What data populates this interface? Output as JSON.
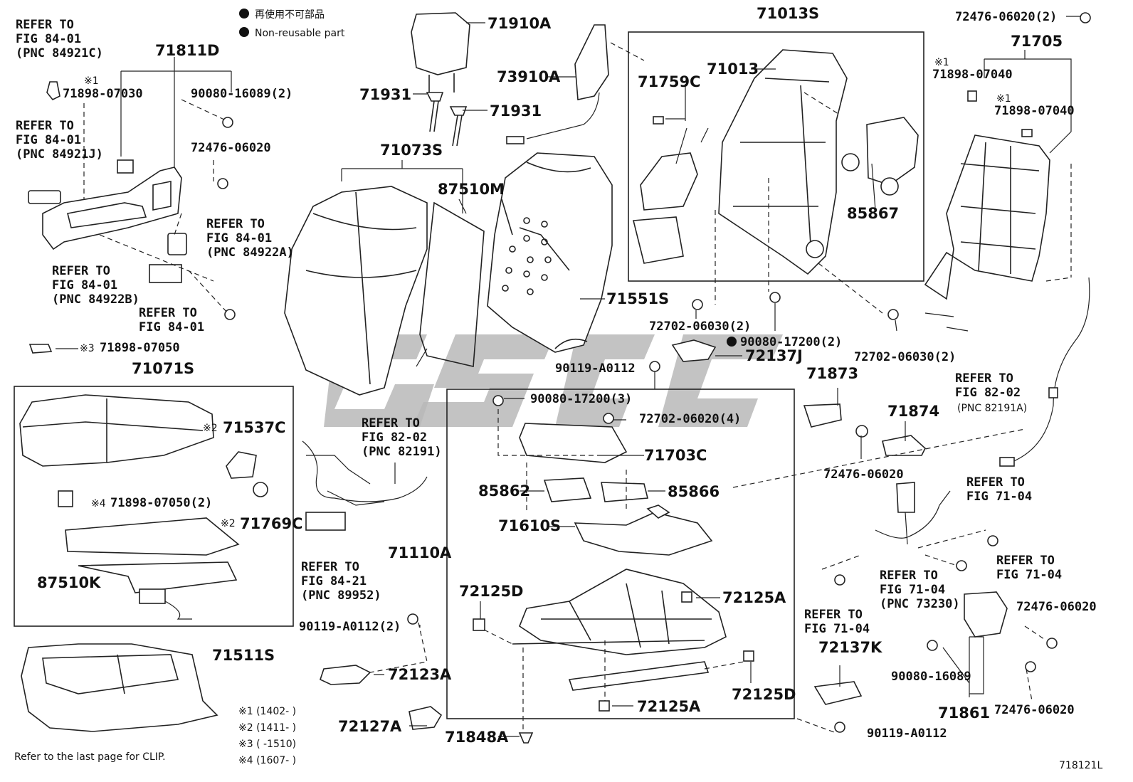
{
  "legend": {
    "line1": "再使用不可部品",
    "line2": "Non-reusable part"
  },
  "labels": {
    "l_71811D": "71811D",
    "l_refer_84921C_1": "REFER TO",
    "l_refer_84921C_2": "FIG 84-01",
    "l_refer_84921C_3": "(PNC 84921C)",
    "l_refer_84921J_1": "REFER TO",
    "l_refer_84921J_2": "FIG 84-01",
    "l_refer_84921J_3": "(PNC 84921J)",
    "l_71898_07030_mark": "※1",
    "l_71898_07030": "71898-07030",
    "l_90080_16089_2": "90080-16089(2)",
    "l_72476_06020_a": "72476-06020",
    "l_refer_84922A_1": "REFER TO",
    "l_refer_84922A_2": "FIG 84-01",
    "l_refer_84922A_3": "(PNC 84922A)",
    "l_refer_84922B_1": "REFER TO",
    "l_refer_84922B_2": "FIG 84-01",
    "l_refer_84922B_3": "(PNC 84922B)",
    "l_refer_8401_1": "REFER TO",
    "l_refer_8401_2": "FIG 84-01",
    "l_71898_07050_mark": "※3",
    "l_71898_07050": "71898-07050",
    "l_71071S": "71071S",
    "l_71537C": "71537C",
    "l_71537C_mark": "※2",
    "l_71898_07050_2": "71898-07050(2)",
    "l_71898_07050_2_mark": "※4",
    "l_71769C": "71769C",
    "l_71769C_mark": "※2",
    "l_87510K": "87510K",
    "l_71511S": "71511S",
    "l_71910A": "71910A",
    "l_73910A": "73910A",
    "l_71931_a": "71931",
    "l_71931_b": "71931",
    "l_71073S": "71073S",
    "l_87510M": "87510M",
    "l_71551S": "71551S",
    "l_refer_82191_1": "REFER TO",
    "l_refer_82191_2": "FIG 82-02",
    "l_refer_82191_3": "(PNC 82191)",
    "l_refer_89952_1": "REFER TO",
    "l_refer_89952_2": "FIG 84-21",
    "l_refer_89952_3": "(PNC 89952)",
    "l_90119_A0112_2": "90119-A0112(2)",
    "l_72123A": "72123A",
    "l_72127A": "72127A",
    "l_71848A": "71848A",
    "l_71110A": "71110A",
    "l_90119_A0112_a": "90119-A0112",
    "l_90080_17200_3": "90080-17200(3)",
    "l_72702_06020_4": "72702-06020(4)",
    "l_71703C": "71703C",
    "l_85862": "85862",
    "l_85866": "85866",
    "l_71610S": "71610S",
    "l_72125D_a": "72125D",
    "l_72125A_a": "72125A",
    "l_72125A_b": "72125A",
    "l_72125D_b": "72125D",
    "l_71013S": "71013S",
    "l_71013": "71013",
    "l_71759C": "71759C",
    "l_85867": "85867",
    "l_72702_06030_2a": "72702-06030(2)",
    "l_90080_17200_2": "90080-17200(2)",
    "l_72137J": "72137J",
    "l_72476_06020_2": "72476-06020(2)",
    "l_71705": "71705",
    "l_71898_07040_a_mark": "※1",
    "l_71898_07040_a": "71898-07040",
    "l_71898_07040_b_mark": "※1",
    "l_71898_07040_b": "71898-07040",
    "l_72702_06030_2b": "72702-06030(2)",
    "l_refer_82191A_1": "REFER TO",
    "l_refer_82191A_2": "FIG 82-02",
    "l_refer_82191A_3": "(PNC 82191A)",
    "l_71873": "71873",
    "l_71874": "71874",
    "l_72476_06020_b": "72476-06020",
    "l_refer_7104_a1": "REFER TO",
    "l_refer_7104_a2": "FIG 71-04",
    "l_refer_7104_b1": "REFER TO",
    "l_refer_7104_b2": "FIG 71-04",
    "l_refer_73230_1": "REFER TO",
    "l_refer_73230_2": "FIG 71-04",
    "l_refer_73230_3": "(PNC 73230)",
    "l_refer_7104_c1": "REFER TO",
    "l_refer_7104_c2": "FIG 71-04",
    "l_72137K": "72137K",
    "l_72476_06020_c": "72476-06020",
    "l_90080_16089": "90080-16089",
    "l_71861": "71861",
    "l_72476_06020_d": "72476-06020",
    "l_90119_A0112_b": "90119-A0112"
  },
  "footnotes": {
    "n1": "※1 (1402-      )",
    "n2": "※2 (1411-      )",
    "n3": "※3 (      -1510)",
    "n4": "※4 (1607-      )"
  },
  "footer": {
    "clip_note": "Refer to the last page for CLIP.",
    "figure_id": "718121L"
  },
  "colors": {
    "ink": "#222222",
    "watermark": "#b9b9b9"
  }
}
